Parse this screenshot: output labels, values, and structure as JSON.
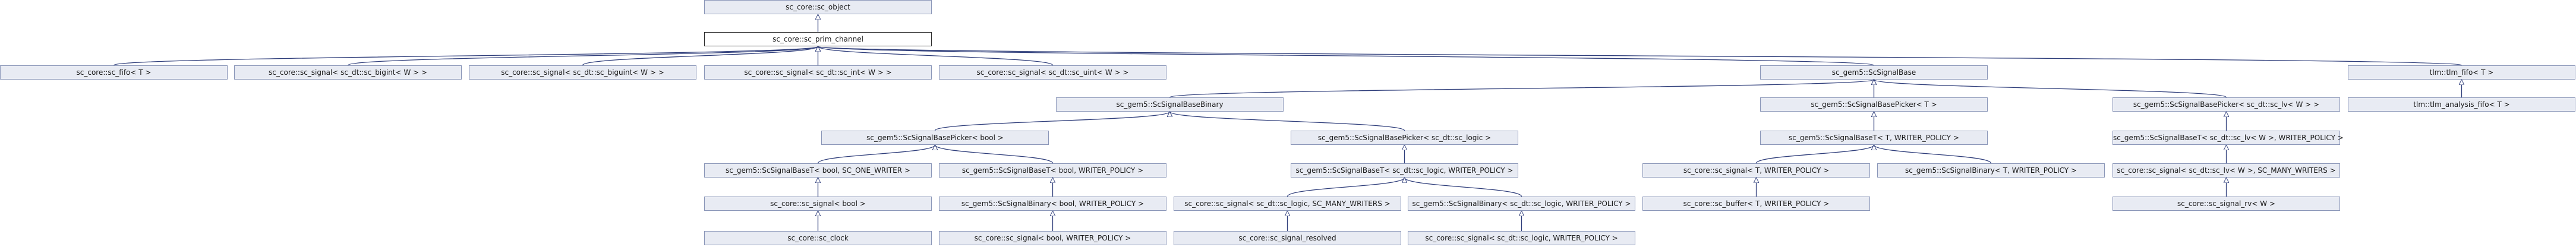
{
  "colors": {
    "node_fill": "#e8ebf3",
    "node_border": "#8a96b8",
    "current_fill": "#ffffff",
    "edge": "#2e3d7a"
  },
  "nodes": {
    "n00": "sc_core::sc_object",
    "n01": "sc_core::sc_prim_channel",
    "n02": "sc_core::sc_fifo< T >",
    "n03": "sc_core::sc_signal< sc_dt::sc_bigint< W > >",
    "n04": "sc_core::sc_signal< sc_dt::sc_biguint< W > >",
    "n05": "sc_core::sc_signal< sc_dt::sc_int< W > >",
    "n06": "sc_core::sc_signal< sc_dt::sc_uint< W > >",
    "n07": "sc_gem5::ScSignalBase",
    "n08": "tlm::tlm_fifo< T >",
    "n09": "sc_gem5::ScSignalBaseBinary",
    "n10": "sc_gem5::ScSignalBasePicker< T >",
    "n11": "sc_gem5::ScSignalBasePicker< sc_dt::sc_lv< W > >",
    "n12": "tlm::tlm_analysis_fifo< T >",
    "n13": "sc_gem5::ScSignalBasePicker< bool >",
    "n14": "sc_gem5::ScSignalBasePicker< sc_dt::sc_logic >",
    "n15": "sc_gem5::ScSignalBaseT< T, WRITER_POLICY >",
    "n16": "sc_gem5::ScSignalBaseT< sc_dt::sc_lv< W >, WRITER_POLICY >",
    "n17": "sc_gem5::ScSignalBaseT< bool, SC_ONE_WRITER >",
    "n18": "sc_gem5::ScSignalBaseT< bool, WRITER_POLICY >",
    "n19": "sc_gem5::ScSignalBaseT< sc_dt::sc_logic, WRITER_POLICY >",
    "n20": "sc_core::sc_signal< T, WRITER_POLICY >",
    "n21": "sc_gem5::ScSignalBinary< T, WRITER_POLICY >",
    "n22": "sc_core::sc_signal< sc_dt::sc_lv< W >, SC_MANY_WRITERS >",
    "n23": "sc_core::sc_signal< bool >",
    "n24": "sc_gem5::ScSignalBinary< bool, WRITER_POLICY >",
    "n25": "sc_core::sc_signal< sc_dt::sc_logic, SC_MANY_WRITERS >",
    "n26": "sc_gem5::ScSignalBinary< sc_dt::sc_logic, WRITER_POLICY >",
    "n27": "sc_core::sc_buffer< T, WRITER_POLICY >",
    "n28": "sc_core::sc_signal_rv< W >",
    "n29": "sc_core::sc_clock",
    "n30": "sc_core::sc_signal< bool, WRITER_POLICY >",
    "n31": "sc_core::sc_signal_resolved",
    "n32": "sc_core::sc_signal< sc_dt::sc_logic, WRITER_POLICY >"
  }
}
